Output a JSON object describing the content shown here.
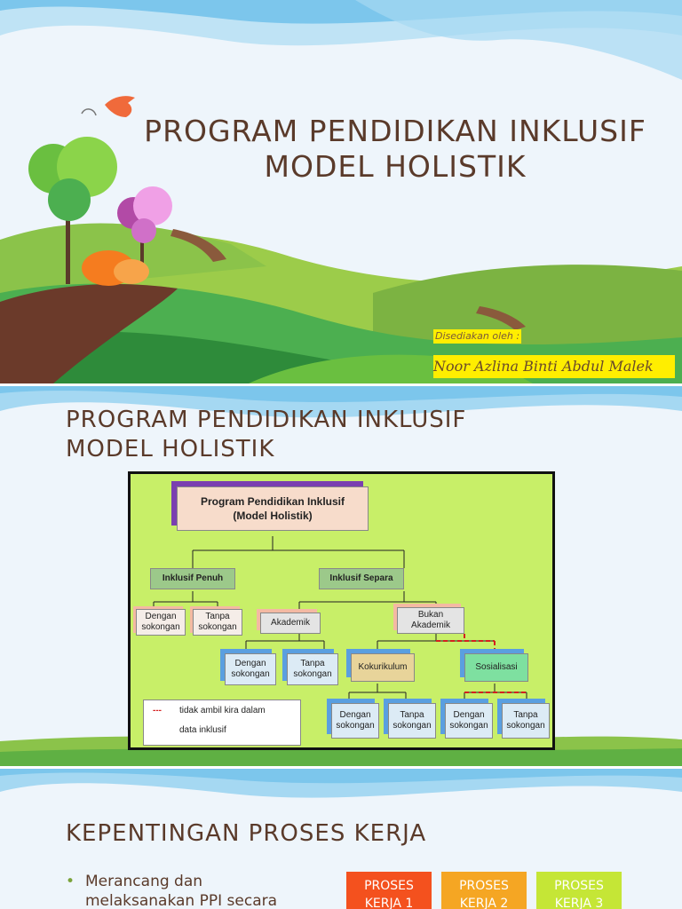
{
  "slide1": {
    "title_line1": "PROGRAM PENDIDIKAN INKLUSIF",
    "title_line2": "MODEL HOLISTIK",
    "prepared_label": "Disediakan oleh :",
    "author": "Noor Azlina Binti Abdul Malek"
  },
  "slide2": {
    "title_line1": "PROGRAM PENDIDIKAN INKLUSIF",
    "title_line2": "MODEL HOLISTIK",
    "diagram": {
      "root_line1": "Program Pendidikan Inklusif",
      "root_line2": "(Model Holistik)",
      "penuh": "Inklusif Penuh",
      "separa": "Inklusif Separa",
      "dengan_l1": "Dengan",
      "dengan_l2": "sokongan",
      "tanpa_l1": "Tanpa",
      "tanpa_l2": "sokongan",
      "akademik": "Akademik",
      "bukan_l1": "Bukan",
      "bukan_l2": "Akademik",
      "kokurikulum": "Kokurikulum",
      "sosialisasi": "Sosialisasi",
      "legend_symbol": "---",
      "legend_line1": "tidak  ambil  kira  dalam",
      "legend_line2": "data inklusif"
    }
  },
  "slide3": {
    "title": "KEPENTINGAN PROSES KERJA",
    "bullet_line1": "Merancang dan",
    "bullet_line2": "melaksanakan PPI secara",
    "process": [
      {
        "line1": "PROSES",
        "line2": "KERJA 1",
        "color": "#f4511e"
      },
      {
        "line1": "PROSES",
        "line2": "KERJA 2",
        "color": "#f5a623"
      },
      {
        "line1": "PROSES",
        "line2": "KERJA 3",
        "color": "#c5e636"
      }
    ]
  }
}
